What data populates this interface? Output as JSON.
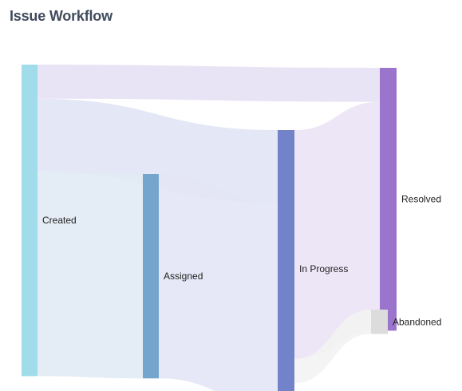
{
  "title": "Issue Workflow",
  "chart_data": {
    "type": "sankey",
    "title": "Issue Workflow",
    "nodes": [
      {
        "id": "created",
        "label": "Created",
        "color": "#a1dceb"
      },
      {
        "id": "assigned",
        "label": "Assigned",
        "color": "#74a5cc"
      },
      {
        "id": "in_progress",
        "label": "In Progress",
        "color": "#7283c9"
      },
      {
        "id": "resolved",
        "label": "Resolved",
        "color": "#9b74cc"
      },
      {
        "id": "abandoned",
        "label": "Abandoned",
        "color": "#dcdcdc"
      }
    ],
    "links": [
      {
        "source": "created",
        "target": "resolved",
        "value": 35,
        "color": "#e6e1f4"
      },
      {
        "source": "created",
        "target": "in_progress",
        "value": 75,
        "color": "#e1e5f5"
      },
      {
        "source": "created",
        "target": "assigned",
        "value": 210,
        "color": "#e1eaf4"
      },
      {
        "source": "assigned",
        "target": "in_progress",
        "value": 210,
        "color": "#e3e5f6"
      },
      {
        "source": "in_progress",
        "target": "resolved",
        "value": 235,
        "color": "#ebe3f5"
      },
      {
        "source": "in_progress",
        "target": "abandoned",
        "value": 25,
        "color": "#f3f3f3"
      }
    ]
  }
}
